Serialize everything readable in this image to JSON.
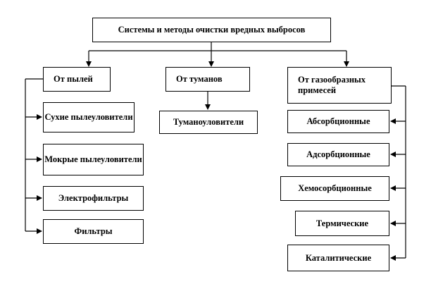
{
  "root": "Системы и методы очистки вредных выбросов",
  "categories": [
    {
      "title": "От пылей",
      "items": [
        "Сухие пылеуловители",
        "Мокрые пылеуловители",
        "Электрофильтры",
        "Фильтры"
      ]
    },
    {
      "title": "От туманов",
      "items": [
        "Тумано­уловители"
      ]
    },
    {
      "title": "От газообразных примесей",
      "items": [
        "Абсорбционные",
        "Адсорбционные",
        "Хемосорбционные",
        "Термические",
        "Каталитические"
      ]
    }
  ]
}
